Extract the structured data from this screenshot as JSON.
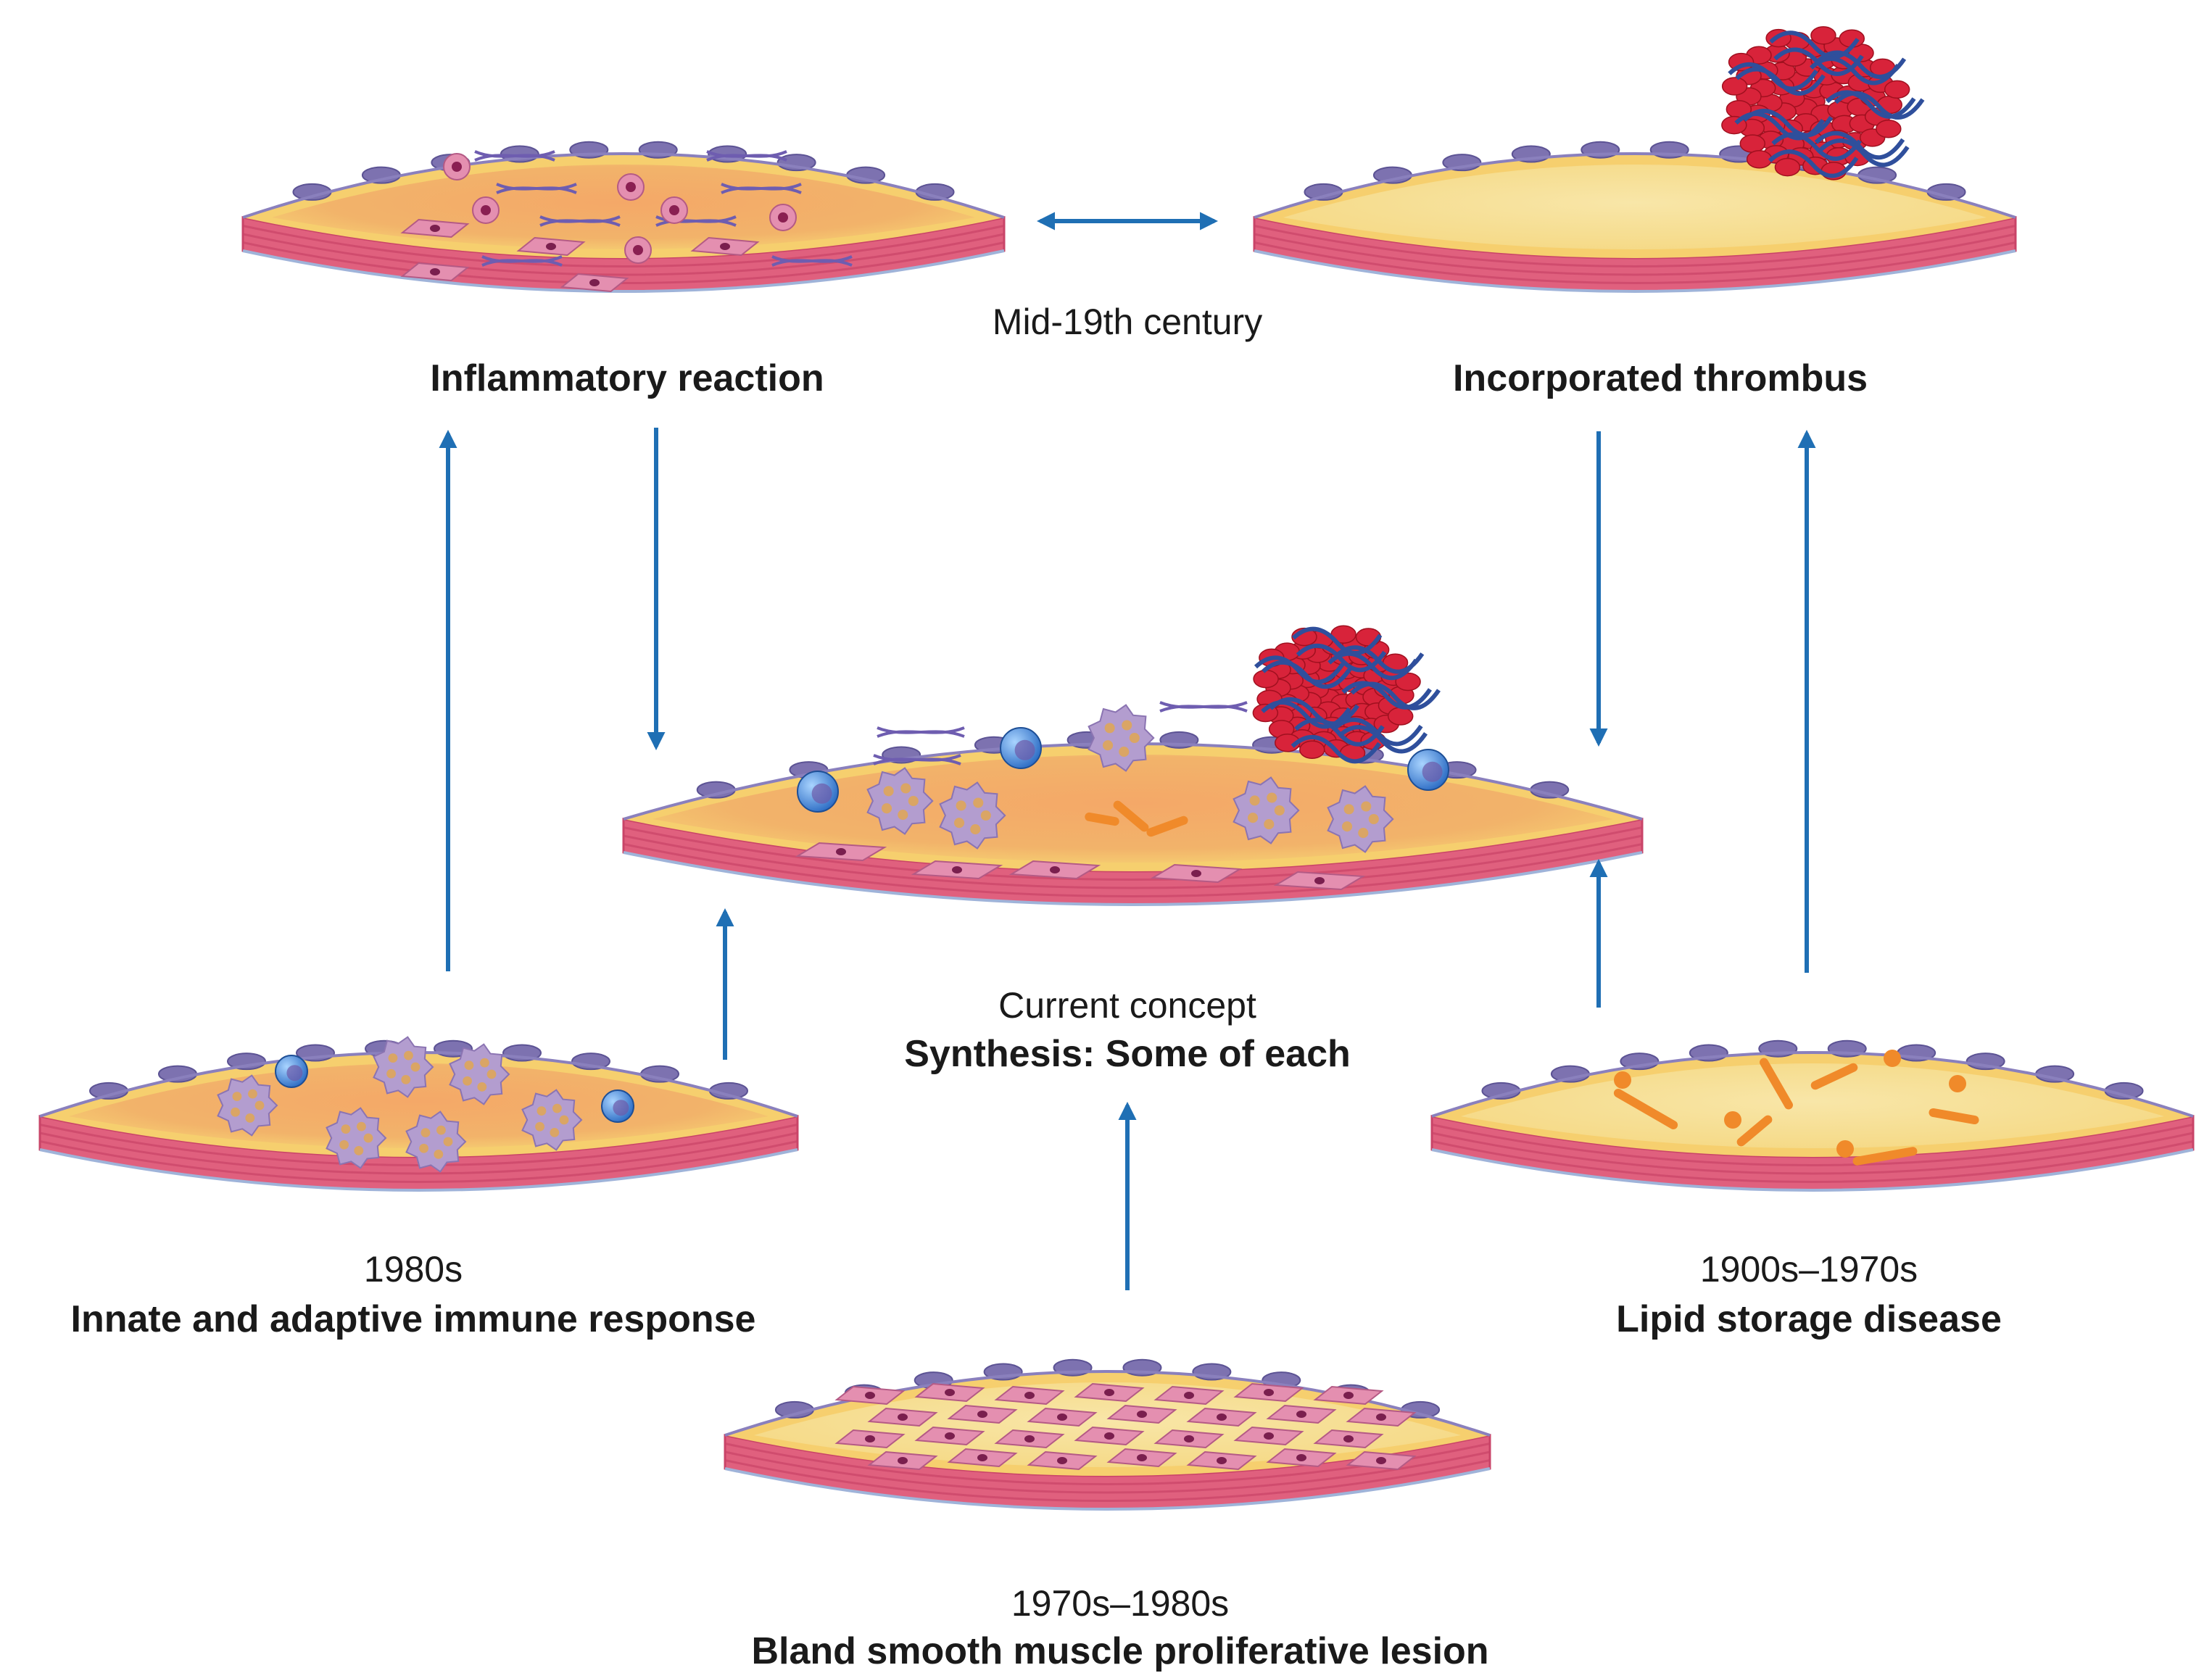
{
  "figure": {
    "top_link": "Mid-19th century",
    "panels": {
      "inflammatory": {
        "era": "",
        "title": "Inflammatory reaction"
      },
      "thrombus": {
        "era": "",
        "title": "Incorporated thrombus"
      },
      "synthesis": {
        "era": "Current concept",
        "title": "Synthesis: Some of each"
      },
      "immune": {
        "era": "1980s",
        "title": "Innate and adaptive immune response"
      },
      "lipid": {
        "era": "1900s–1970s",
        "title": "Lipid storage disease"
      },
      "smooth_muscle": {
        "era": "1970s–1980s",
        "title": "Bland smooth muscle proliferative lesion"
      }
    }
  },
  "colors": {
    "arrow": "#1f6fb4",
    "media": "#e0607e",
    "media_stripe": "#c94468",
    "intima_yellow": "#f6cf6e",
    "plaque_orange": "#ef9f58",
    "endothelium": "#7d72b0",
    "macrophage": "#b39dcf",
    "lymphocyte": "#3e7fd0",
    "smc": "#e48fb0",
    "lipid": "#f08a2a",
    "fibrin": "#2f4f9c",
    "rbc": "#d8233a"
  }
}
